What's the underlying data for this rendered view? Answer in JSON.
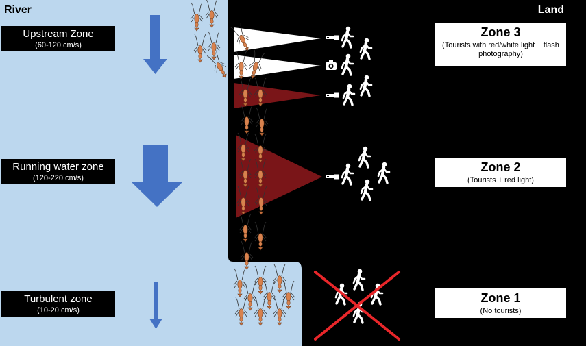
{
  "header": {
    "left_label": "River",
    "right_label": "Land"
  },
  "river_zones": [
    {
      "title": "Upstream Zone",
      "speed": "(60-120 cm/s)"
    },
    {
      "title": "Running water zone",
      "speed": "(120-220 cm/s)"
    },
    {
      "title": "Turbulent zone",
      "speed": "(10-20 cm/s)"
    }
  ],
  "land_zones": [
    {
      "title": "Zone 3",
      "desc": "(Tourists with red/white light + flash photography)"
    },
    {
      "title": "Zone 2",
      "desc": "(Tourists + red light)"
    },
    {
      "title": "Zone 1",
      "desc": "(No tourists)"
    }
  ],
  "colors": {
    "river": "#bcd7ee",
    "land": "#000000",
    "arrow": "#4472c4",
    "red_light": "#7a1518",
    "white_light": "#ffffff",
    "cross": "#e8262a",
    "prawn": "#d8824e"
  },
  "icons": [
    "flashlight-icon",
    "camera-icon",
    "walking-person-icon",
    "prawn-icon",
    "forbidden-cross-icon",
    "down-arrow-icon"
  ]
}
